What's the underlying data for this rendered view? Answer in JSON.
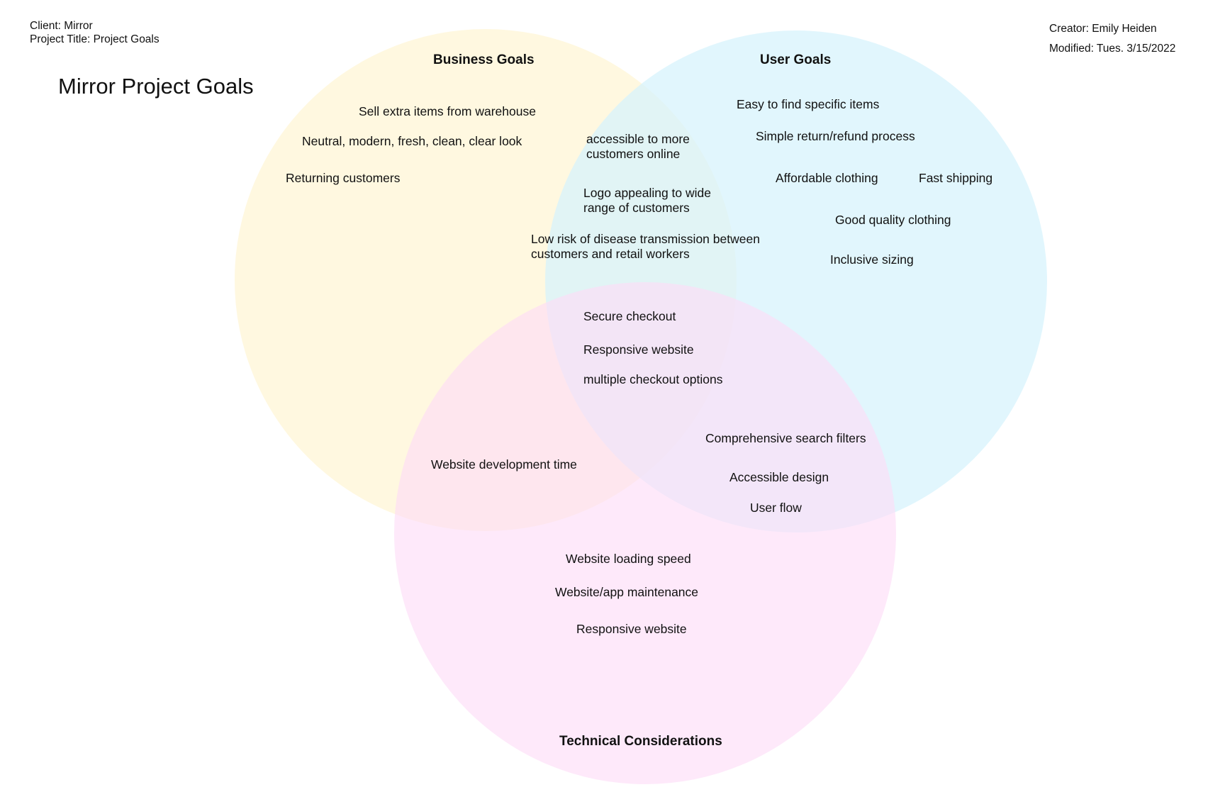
{
  "header": {
    "client": "Client: Mirror",
    "project_title": "Project Title: Project Goals",
    "creator": "Creator: Emily Heiden",
    "modified": "Modified: Tues. 3/15/2022"
  },
  "page_title": "Mirror Project Goals",
  "colors": {
    "business": "#fff6d6",
    "user": "#d6f3fc",
    "technical": "#fddcf7"
  },
  "circles": {
    "business": {
      "title": "Business Goals"
    },
    "user": {
      "title": "User Goals"
    },
    "technical": {
      "title": "Technical Considerations"
    }
  },
  "business_only": [
    "Sell extra items from warehouse",
    "Neutral, modern, fresh, clean, clear look",
    "Returning customers"
  ],
  "user_only": [
    "Easy to find specific items",
    "Simple return/refund process",
    "Affordable clothing",
    "Fast shipping",
    "Good quality clothing",
    "Inclusive sizing"
  ],
  "business_user": [
    "accessible to more",
    "customers online",
    "Logo appealing to wide",
    "range of customers",
    "Low risk of disease transmission between",
    "customers and retail workers"
  ],
  "all_three": [
    "Secure checkout",
    "Responsive website",
    "multiple checkout options"
  ],
  "business_technical": [
    "Website development time"
  ],
  "user_technical": [
    "Comprehensive search filters",
    "Accessible design",
    "User flow"
  ],
  "technical_only": [
    "Website loading speed",
    "Website/app maintenance",
    "Responsive website"
  ]
}
